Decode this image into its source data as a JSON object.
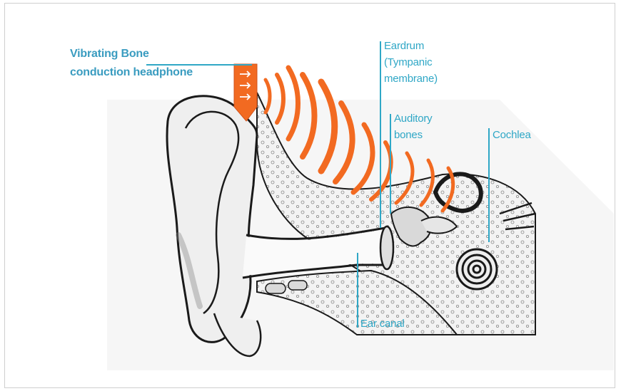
{
  "labels": {
    "headphone": {
      "line1": "Vibrating Bone",
      "line2": "conduction headphone"
    },
    "eardrum": {
      "line1": "Eardrum",
      "line2": "(Tympanic",
      "line3": "membrane)"
    },
    "auditory": {
      "line1": "Auditory",
      "line2": "bones"
    },
    "cochlea": "Cochlea",
    "ear_canal": "Ear canal"
  },
  "colors": {
    "label": "#2fa7c6",
    "wave": "#f26a21",
    "outline": "#1a1a1a",
    "skin_fill": "#efefef",
    "bone_fill": "#d9d9d9"
  }
}
